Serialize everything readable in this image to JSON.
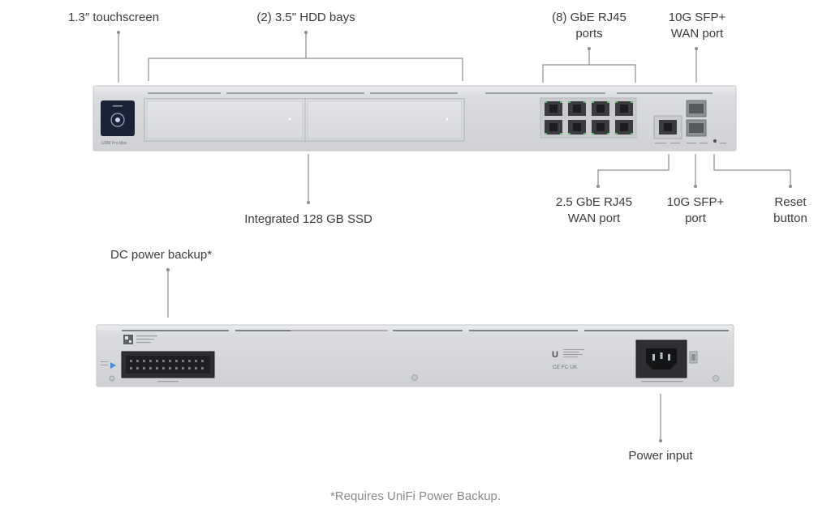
{
  "front_labels": {
    "touchscreen": "1.3″ touchscreen",
    "hdd_bays": "(2) 3.5\" HDD bays",
    "rj45_line1": "(8) GbE RJ45",
    "rj45_line2": "ports",
    "sfp_wan_line1": "10G SFP+",
    "sfp_wan_line2": "WAN port",
    "ssd": "Integrated 128 GB SSD",
    "wan25_line1": "2.5 GbE RJ45",
    "wan25_line2": "WAN port",
    "sfp_line1": "10G SFP+",
    "sfp_line2": "port",
    "reset_line1": "Reset",
    "reset_line2": "button"
  },
  "rear_labels": {
    "dc_backup": "DC power backup*",
    "power_input": "Power input"
  },
  "footnote": "*Requires UniFi Power Backup.",
  "device": {
    "front_model_text": "UDM Pro Max",
    "rear_logo_text": "U",
    "rear_cert_text": "CE FC UK"
  },
  "colors": {
    "chassis": "#d9dadd",
    "chassis_edge": "#c5c7cb",
    "port_green": "#5ec26a",
    "screen": "#1a2235"
  }
}
